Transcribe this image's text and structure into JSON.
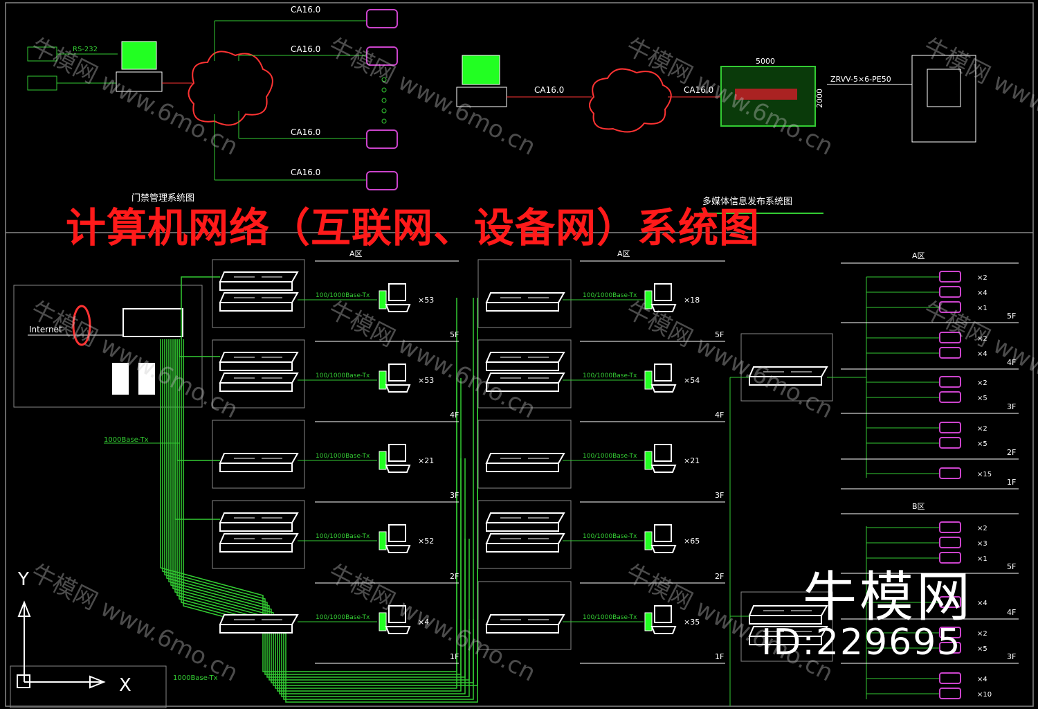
{
  "title": "计算机网络（互联网、设备网）系统图",
  "top_left": {
    "cables": [
      "CA16.0",
      "CA16.0",
      "CA16.0",
      "CA16.0"
    ],
    "rs232": "RS-232",
    "caption": "门禁管理系统图"
  },
  "top_right": {
    "cable_left": "CA16.0",
    "cable_right": "CA16.0",
    "dim_top": "5000",
    "dim_side": "2000",
    "cable_spec": "ZRVV-5×6-PE50",
    "caption": "多媒体信息发布系统图"
  },
  "left_block": {
    "internet": "Internet",
    "bandwidth": "1000Base-Tx",
    "bandwidth_bottom": "1000Base-Tx"
  },
  "sections": {
    "a1": "A区",
    "a2": "A区",
    "a3": "A区",
    "b3": "B区"
  },
  "floors": [
    "5F",
    "4F",
    "3F",
    "2F",
    "1F"
  ],
  "link_label": "100/1000Base-Tx",
  "col1_counts": [
    "×53",
    "×53",
    "×21",
    "×52",
    "×4"
  ],
  "col2_counts": [
    "×18",
    "×54",
    "×21",
    "×65",
    "×35"
  ],
  "phones_a": [
    "×2",
    "×4",
    "×1",
    "×2",
    "×4",
    "×2",
    "×5",
    "×2",
    "×5",
    "×15"
  ],
  "phones_b": [
    "×2",
    "×3",
    "×1",
    "×4",
    "×2",
    "×5",
    "×4",
    "×10"
  ],
  "watermark": {
    "brand": "牛模网",
    "id": "ID:229695",
    "repeat": "牛模网 www.6mo.cn"
  },
  "axis": {
    "y": "Y",
    "x": "X"
  },
  "colors": {
    "title": "#ff1a1a",
    "line": "#33cc33",
    "device": "#ffffff",
    "phone": "#cc44cc",
    "monitor": "#22ff22"
  }
}
